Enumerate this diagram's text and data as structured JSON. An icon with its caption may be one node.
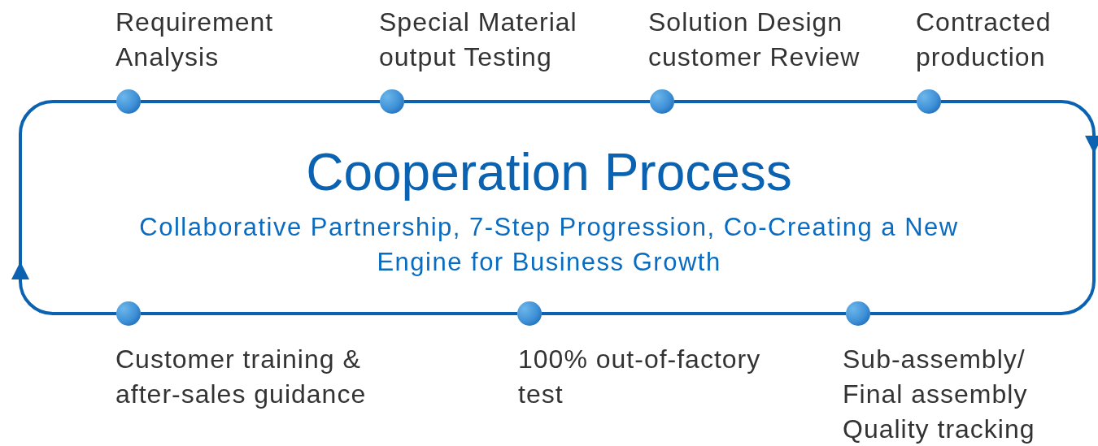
{
  "diagram": {
    "title": "Cooperation Process",
    "nodes": [
      {
        "text": [],
        "shape": "circle",
        "beside": [
          "Requirement Analysis"
        ]
      },
      {
        "text": [],
        "shape": "circle",
        "beside": [
          "Special Material output Testing"
        ]
      },
      {
        "text": [],
        "shape": "circle",
        "beside": [
          "Solution Design customer Review"
        ]
      },
      {
        "text": [],
        "shape": "circle",
        "beside": [
          "Contracted production"
        ]
      },
      {
        "text": [],
        "shape": "circle",
        "beside": [
          "Sub-assembly/ Final assembly Quality tracking"
        ]
      },
      {
        "text": [],
        "shape": "circle",
        "beside": [
          "100% out-of-factory test"
        ]
      },
      {
        "text": [],
        "shape": "circle",
        "beside": [
          "Customer training & after-sales guidance"
        ]
      }
    ],
    "edges": [
      {
        "from": 0,
        "to": 1,
        "arrow": "none"
      },
      {
        "from": 1,
        "to": 2,
        "arrow": "none"
      },
      {
        "from": 2,
        "to": 3,
        "arrow": "none"
      },
      {
        "from": 3,
        "to": 4,
        "arrow": "to"
      },
      {
        "from": 4,
        "to": 5,
        "arrow": "none"
      },
      {
        "from": 5,
        "to": 6,
        "arrow": "none"
      },
      {
        "from": 6,
        "to": 0,
        "arrow": "to"
      }
    ],
    "labels": [
      "Collaborative Partnership, 7-Step Progression, Co-Creating a New Engine for Business Growth"
    ]
  }
}
